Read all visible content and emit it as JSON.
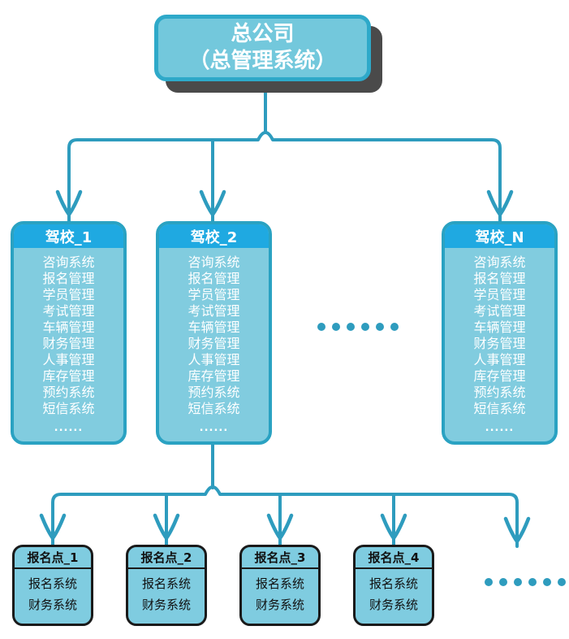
{
  "diagram": {
    "root": {
      "line1": "总公司",
      "line2": "（总管理系统）"
    },
    "schools": [
      {
        "title": "驾校_1",
        "items": [
          "咨询系统",
          "报名管理",
          "学员管理",
          "考试管理",
          "车辆管理",
          "财务管理",
          "人事管理",
          "库存管理",
          "预约系统",
          "短信系统"
        ],
        "more": "......"
      },
      {
        "title": "驾校_2",
        "items": [
          "咨询系统",
          "报名管理",
          "学员管理",
          "考试管理",
          "车辆管理",
          "财务管理",
          "人事管理",
          "库存管理",
          "预约系统",
          "短信系统"
        ],
        "more": "......"
      },
      {
        "title": "驾校_N",
        "items": [
          "咨询系统",
          "报名管理",
          "学员管理",
          "考试管理",
          "车辆管理",
          "财务管理",
          "人事管理",
          "库存管理",
          "预约系统",
          "短信系统"
        ],
        "more": "......"
      }
    ],
    "schools_ellipsis_dot_count": 6,
    "points": [
      {
        "title": "报名点_1",
        "items": [
          "报名系统",
          "财务系统"
        ]
      },
      {
        "title": "报名点_2",
        "items": [
          "报名系统",
          "财务系统"
        ]
      },
      {
        "title": "报名点_3",
        "items": [
          "报名系统",
          "财务系统"
        ]
      },
      {
        "title": "报名点_4",
        "items": [
          "报名系统",
          "财务系统"
        ]
      }
    ],
    "points_ellipsis_dot_count": 6
  },
  "colors": {
    "line": "#2E9CBE",
    "root_fill": "#73C8DC",
    "root_border": "#2EA9C9",
    "root_shadow": "#4A4A4A",
    "school_header": "#1FA9E1",
    "school_body": "#81CCDF",
    "school_border": "#2AA2C2",
    "point_fill": "#7FCCE0",
    "point_border": "#1A1A1A",
    "text_light": "#FFFFFF",
    "text_dark": "#111111"
  }
}
